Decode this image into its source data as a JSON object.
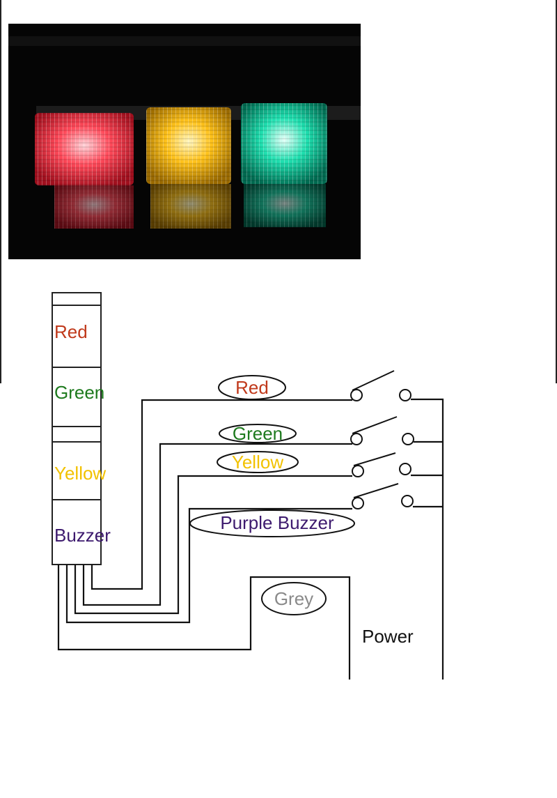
{
  "photo": {
    "lamps": [
      {
        "name": "red-lamp",
        "color": "#ff3b4a",
        "glow": "#ffb0b8"
      },
      {
        "name": "yellow-lamp",
        "color": "#ffc21a",
        "glow": "#fff2a0"
      },
      {
        "name": "green-lamp",
        "color": "#1fe0b0",
        "glow": "#c8fff0"
      }
    ]
  },
  "tower": {
    "segments": [
      {
        "label": "Red",
        "color": "#c0391b"
      },
      {
        "label": "Green",
        "color": "#1e7a1e"
      },
      {
        "label": "Yellow",
        "color": "#f2c200"
      },
      {
        "label": "Buzzer",
        "color": "#3d1a6e"
      }
    ]
  },
  "wires": [
    {
      "label": "Red",
      "color": "#c0391b"
    },
    {
      "label": "Green",
      "color": "#1e7a1e"
    },
    {
      "label": "Yellow",
      "color": "#f2c200"
    },
    {
      "label": "Purple Buzzer",
      "color": "#3d1a6e"
    }
  ],
  "grey_wire": {
    "label": "Grey",
    "color": "#8a8a8a"
  },
  "power": {
    "label": "Power",
    "color": "#111111"
  }
}
